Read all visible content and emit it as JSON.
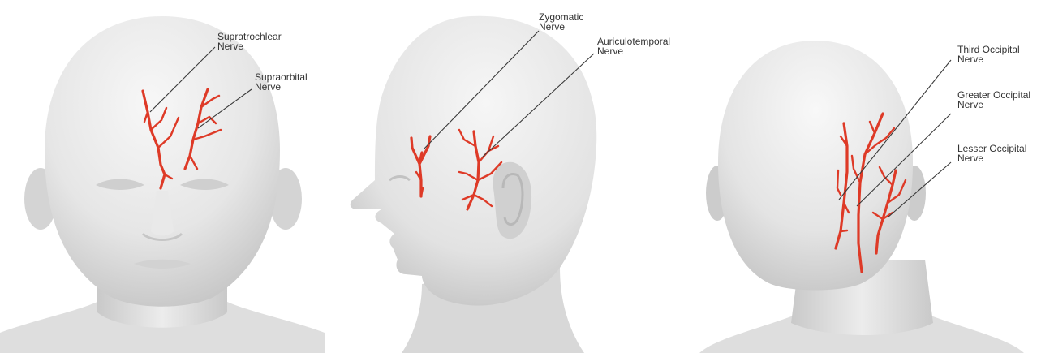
{
  "colors": {
    "nerve": "#de3a27",
    "skin_light": "#f4f4f4",
    "skin_mid": "#dcdcdc",
    "skin_dark": "#b9b9b9",
    "label_text": "#333333",
    "leader_line": "#3a3a3a",
    "background": "#ffffff"
  },
  "views": {
    "front": {
      "labels": {
        "supratrochlear": [
          "Supratrochlear",
          "Nerve"
        ],
        "supraorbital": [
          "Supraorbital",
          "Nerve"
        ]
      }
    },
    "side": {
      "labels": {
        "zygomatic": [
          "Zygomatic",
          "Nerve"
        ],
        "auriculotemporal": [
          "Auriculotemporal",
          "Nerve"
        ]
      }
    },
    "back": {
      "labels": {
        "third_occipital": [
          "Third Occipital",
          "Nerve"
        ],
        "greater_occipital": [
          "Greater Occipital",
          "Nerve"
        ],
        "lesser_occipital": [
          "Lesser Occipital",
          "Nerve"
        ]
      }
    }
  }
}
